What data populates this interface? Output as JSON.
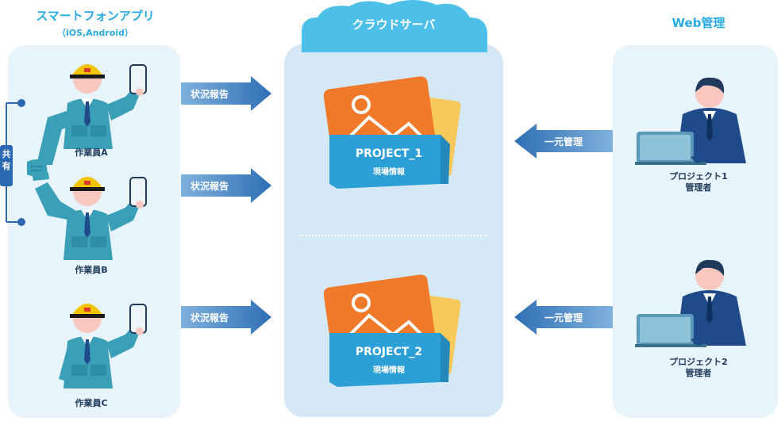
{
  "smartphone_app": {
    "title": "スマートフォンアプリ",
    "subtitle": "（iOS,Android）"
  },
  "cloud_server": {
    "title": "クラウドサーバ"
  },
  "web_admin": {
    "title": "Web管理"
  },
  "share_badge": {
    "line1": "共",
    "line2": "有"
  },
  "workers": [
    {
      "label": "作業員A"
    },
    {
      "label": "作業員B"
    },
    {
      "label": "作業員C"
    }
  ],
  "report_arrows": [
    "状況報告",
    "状況報告",
    "状況報告"
  ],
  "manage_arrows": [
    "一元管理",
    "一元管理"
  ],
  "projects": [
    {
      "title": "PROJECT_1",
      "subtitle": "現場情報"
    },
    {
      "title": "PROJECT_2",
      "subtitle": "現場情報"
    }
  ],
  "managers": [
    {
      "line1": "プロジェクト1",
      "line2": "管理者"
    },
    {
      "line1": "プロジェクト2",
      "line2": "管理者"
    }
  ],
  "colors": {
    "accent_blue": "#29abe2",
    "arrow_blue": "#2f6fb5",
    "worker_uniform": "#3aa0b8",
    "helmet": "#f5c400",
    "folder_front": "#2c9fd6",
    "photo_orange": "#f07a2a",
    "photo_yellow": "#f7c85a",
    "manager_suit": "#1f4b8a",
    "skin": "#f8c8c0"
  }
}
